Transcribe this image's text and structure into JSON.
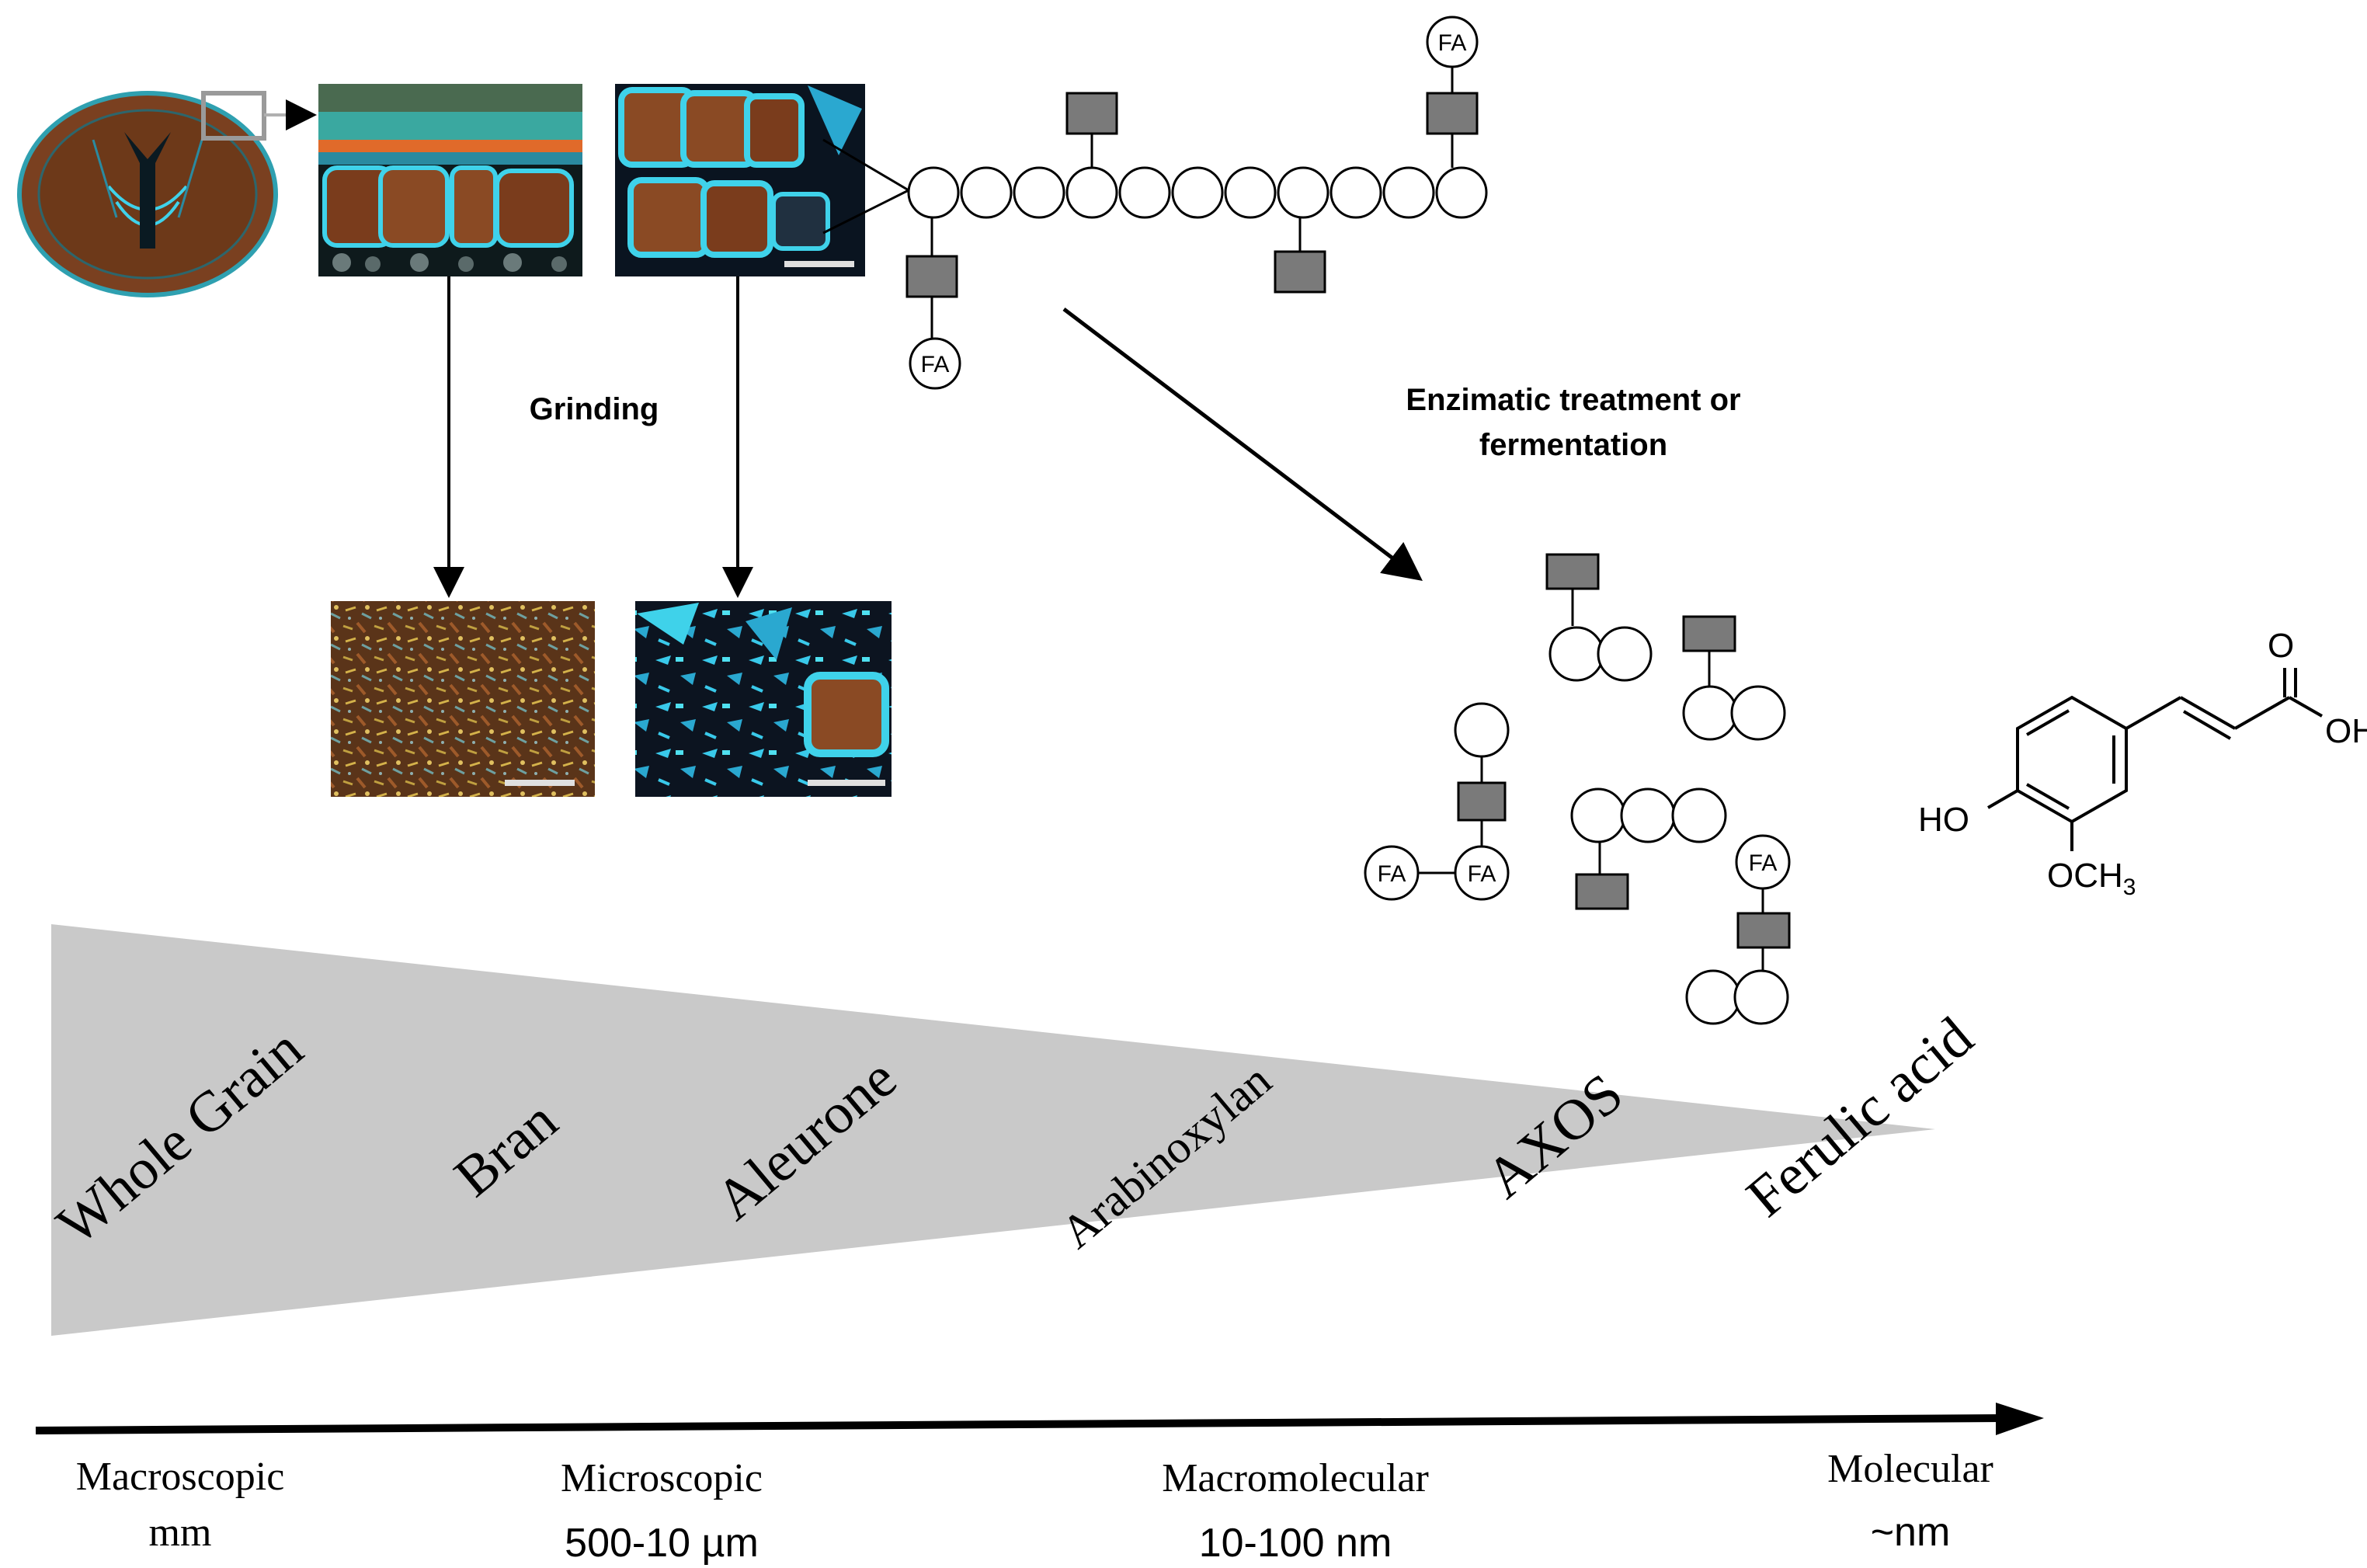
{
  "labels": {
    "grinding": "Grinding",
    "enzimatic_line1": "Enzimatic treatment or",
    "enzimatic_line2": "fermentation",
    "fa": "FA"
  },
  "wedge_labels": {
    "whole_grain": "Whole Grain",
    "bran": "Bran",
    "aleurone": "Aleurone",
    "arabinoxylan": "Arabinoxylan",
    "axos": "AXOS",
    "ferulic_acid": "Ferulic acid"
  },
  "scales": [
    {
      "name": "Macroscopic",
      "unit": "mm"
    },
    {
      "name": "Microscopic",
      "unit": "500-10 µm"
    },
    {
      "name": "Macromolecular",
      "unit": "10-100 nm"
    },
    {
      "name": "Molecular",
      "unit": "~nm"
    }
  ],
  "molecule": {
    "o": "O",
    "oh": "OH",
    "ho": "HO",
    "och3": "OCH",
    "sub3": "3"
  },
  "colors": {
    "wedge": "#c9c9c9",
    "arabinose": "#7a7a7a",
    "cyan": "#3fd2ea",
    "brown": "#8a4a24",
    "dark": "#101218"
  }
}
